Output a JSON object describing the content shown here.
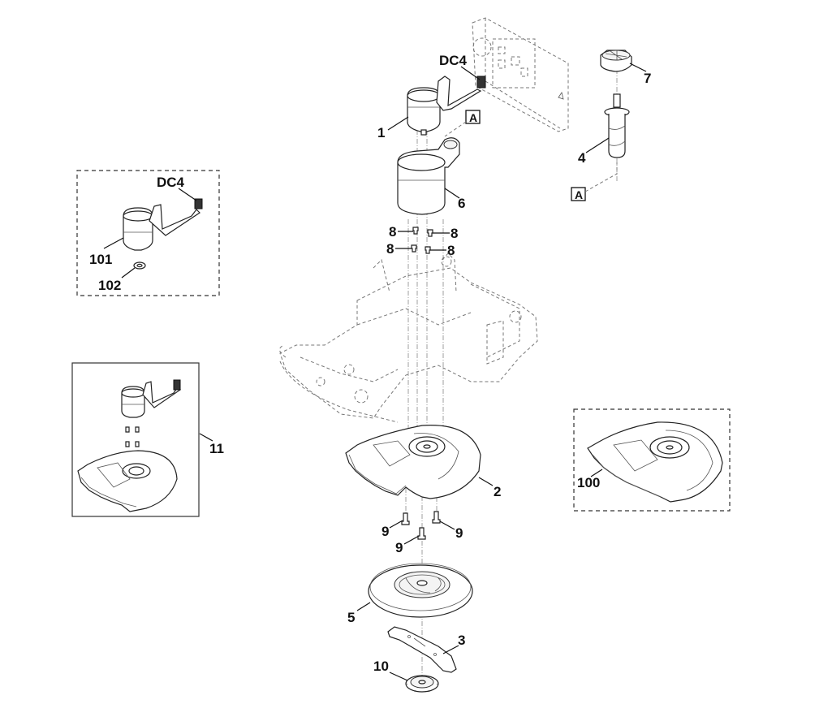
{
  "diagram": {
    "type": "exploded-parts-diagram",
    "callouts": {
      "motor": "1",
      "blade_disc_cover": "2",
      "blade": "3",
      "height_adjust_shaft": "4",
      "blade_disc": "5",
      "motor_housing": "6",
      "height_adjust_knob": "7",
      "screw_8_a": "8",
      "screw_8_b": "8",
      "screw_8_c": "8",
      "screw_8_d": "8",
      "screw_9_a": "9",
      "screw_9_b": "9",
      "screw_9_c": "9",
      "nut": "10",
      "kit_assembly": "11",
      "alt_cover": "100",
      "alt_motor": "101",
      "alt_washer": "102"
    },
    "connector_labels": {
      "main_connector": "DC4",
      "alt_connector": "DC4"
    },
    "reference_marks": {
      "ref_a_upper": "A",
      "ref_a_lower": "A"
    }
  }
}
